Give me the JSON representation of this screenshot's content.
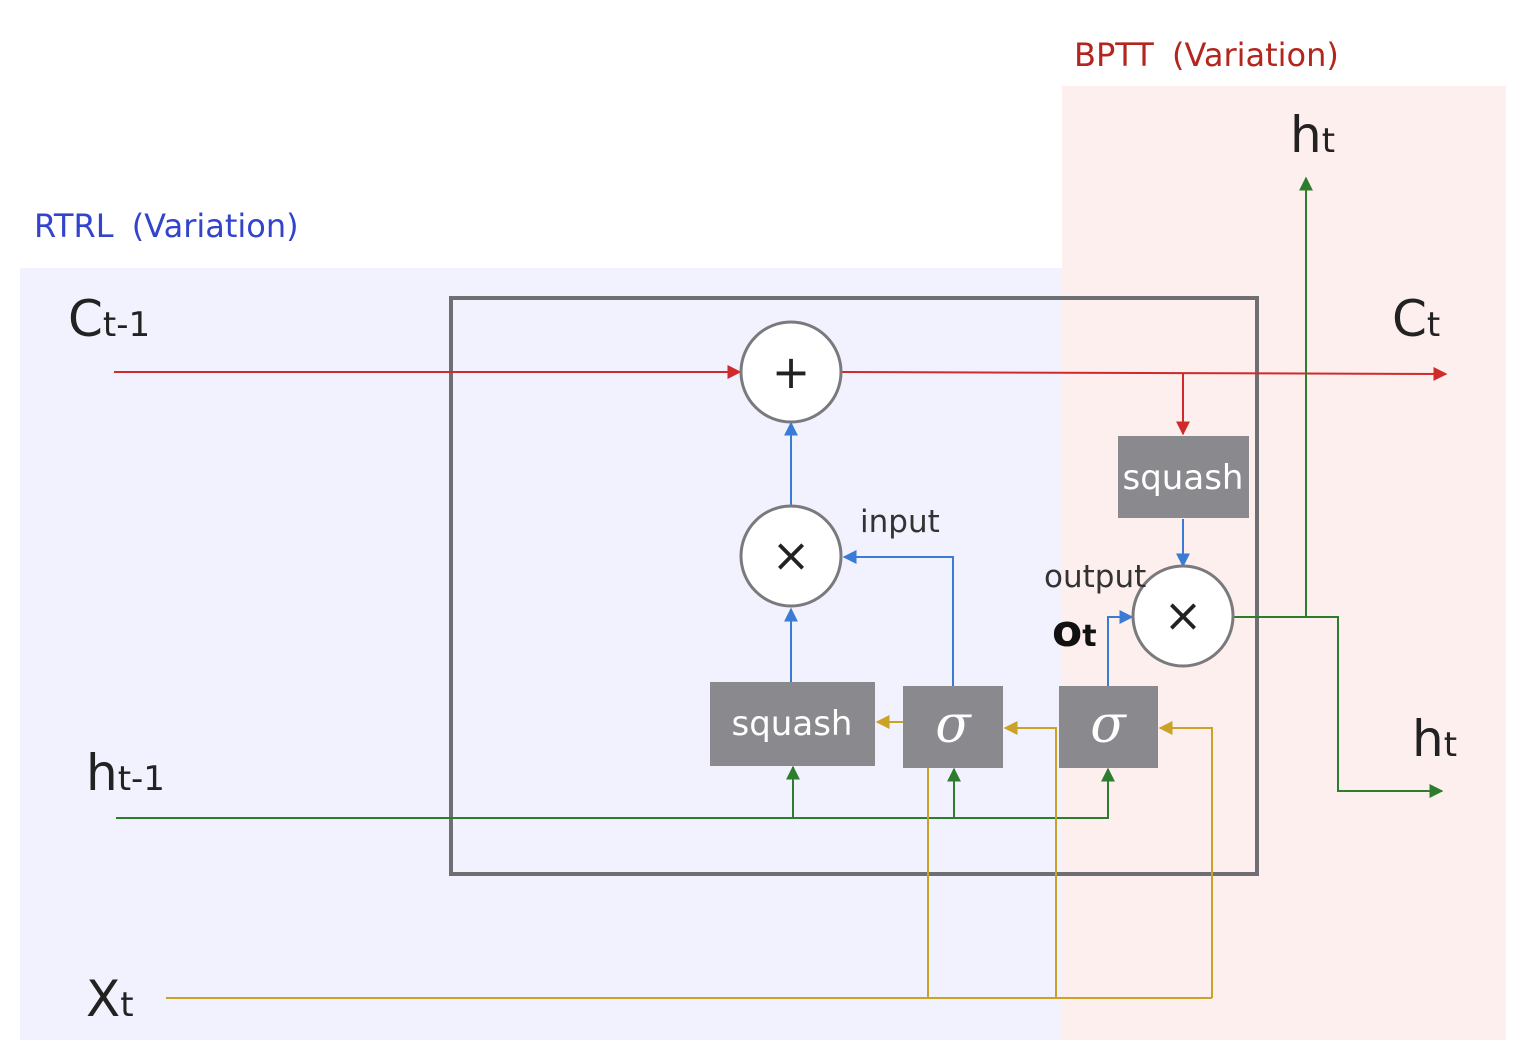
{
  "regions": {
    "rtrl_title": "RTRL",
    "rtrl_note": "(Variation)",
    "bptt_title": "BPTT",
    "bptt_note": "(Variation)"
  },
  "inputs": {
    "c_prev": {
      "base": "C",
      "sub": "t-1"
    },
    "h_prev": {
      "base": "h",
      "sub": "t-1"
    },
    "x": {
      "base": "X",
      "sub": "t"
    }
  },
  "outputs": {
    "c": {
      "base": "C",
      "sub": "t"
    },
    "h_top": {
      "base": "h",
      "sub": "t"
    },
    "h_right": {
      "base": "h",
      "sub": "t"
    }
  },
  "nodes": {
    "plus": "+",
    "times_input": "×",
    "times_output": "×",
    "squash_input": "squash",
    "squash_output": "squash",
    "sigma_input": "σ",
    "sigma_output": "σ"
  },
  "gate_labels": {
    "input": "input",
    "output": "output",
    "o": {
      "base": "o",
      "sub": "t"
    }
  },
  "colors": {
    "rtrl_text": "#3344cc",
    "bptt_text": "#b3261e",
    "rtrl_bg": "#f1f2fd",
    "bptt_bg": "#fcefed",
    "cell_line": "#d02a2a",
    "hidden_line": "#2e7d2e",
    "input_line": "#c9a227",
    "gate_line": "#3a7bd5",
    "box_fill": "#8a8a8e"
  }
}
